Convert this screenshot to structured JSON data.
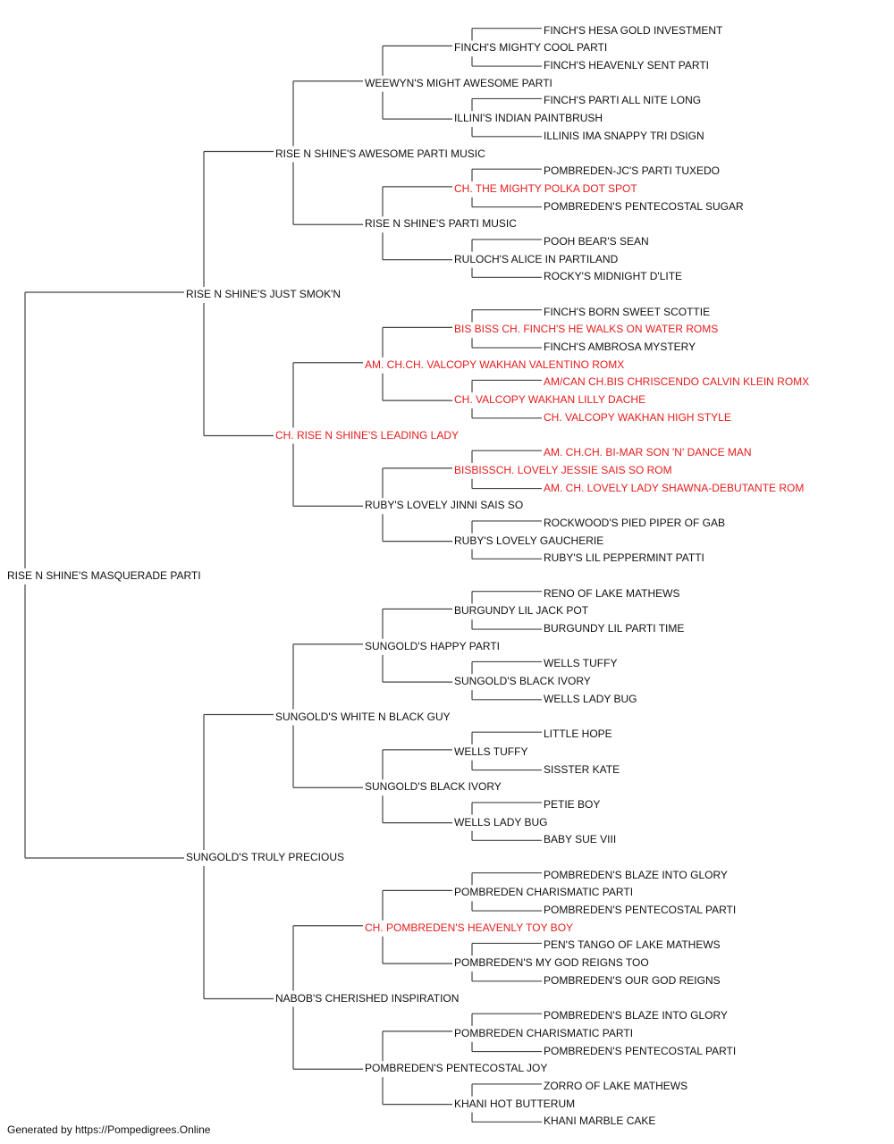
{
  "title_color": "#e81c1c",
  "text_color": "#111111",
  "line_color": "#444444",
  "pedigree": {
    "name": "RISE N SHINE'S MASQUERADE PARTI",
    "title": false,
    "sire": {
      "name": "RISE N SHINE'S JUST SMOK'N",
      "title": false,
      "sire": {
        "name": "RISE N SHINE'S AWESOME PARTI MUSIC",
        "title": false,
        "sire": {
          "name": "WEEWYN'S MIGHT AWESOME PARTI",
          "title": false,
          "sire": {
            "name": "FINCH'S MIGHTY COOL PARTI",
            "title": false,
            "sire": {
              "name": "FINCH'S HESA GOLD INVESTMENT",
              "title": false
            },
            "dam": {
              "name": "FINCH'S HEAVENLY SENT PARTI",
              "title": false
            }
          },
          "dam": {
            "name": "ILLINI'S INDIAN PAINTBRUSH",
            "title": false,
            "sire": {
              "name": "FINCH'S PARTI ALL NITE LONG",
              "title": false
            },
            "dam": {
              "name": "ILLINIS IMA SNAPPY TRI DSIGN",
              "title": false
            }
          }
        },
        "dam": {
          "name": "RISE N SHINE'S PARTI MUSIC",
          "title": false,
          "sire": {
            "name": "CH. THE MIGHTY POLKA DOT SPOT",
            "title": true,
            "sire": {
              "name": "POMBREDEN-JC'S PARTI TUXEDO",
              "title": false
            },
            "dam": {
              "name": "POMBREDEN'S PENTECOSTAL SUGAR",
              "title": false
            }
          },
          "dam": {
            "name": "RULOCH'S ALICE IN PARTILAND",
            "title": false,
            "sire": {
              "name": "POOH BEAR'S SEAN",
              "title": false
            },
            "dam": {
              "name": "ROCKY'S MIDNIGHT D'LITE",
              "title": false
            }
          }
        }
      },
      "dam": {
        "name": "CH. RISE N SHINE'S LEADING LADY",
        "title": true,
        "sire": {
          "name": "AM. CH.CH. VALCOPY WAKHAN VALENTINO ROMX",
          "title": true,
          "sire": {
            "name": "BIS BISS CH. FINCH'S HE WALKS ON WATER ROMS",
            "title": true,
            "sire": {
              "name": "FINCH'S BORN SWEET SCOTTIE",
              "title": false
            },
            "dam": {
              "name": "FINCH'S AMBROSA MYSTERY",
              "title": false
            }
          },
          "dam": {
            "name": "CH. VALCOPY WAKHAN LILLY DACHE",
            "title": true,
            "sire": {
              "name": "AM/CAN CH.BIS CHRISCENDO CALVIN KLEIN ROMX",
              "title": true
            },
            "dam": {
              "name": "CH. VALCOPY WAKHAN HIGH STYLE",
              "title": true
            }
          }
        },
        "dam": {
          "name": "RUBY'S LOVELY JINNI SAIS SO",
          "title": false,
          "sire": {
            "name": "BISBISSCH. LOVELY JESSIE SAIS SO ROM",
            "title": true,
            "sire": {
              "name": "AM. CH.CH. BI-MAR SON 'N' DANCE MAN",
              "title": true
            },
            "dam": {
              "name": "AM. CH. LOVELY LADY SHAWNA-DEBUTANTE ROM",
              "title": true
            }
          },
          "dam": {
            "name": "RUBY'S LOVELY GAUCHERIE",
            "title": false,
            "sire": {
              "name": "ROCKWOOD'S PIED PIPER OF GAB",
              "title": false
            },
            "dam": {
              "name": "RUBY'S LIL PEPPERMINT PATTI",
              "title": false
            }
          }
        }
      }
    },
    "dam": {
      "name": "SUNGOLD'S TRULY PRECIOUS",
      "title": false,
      "sire": {
        "name": "SUNGOLD'S WHITE N BLACK GUY",
        "title": false,
        "sire": {
          "name": "SUNGOLD'S HAPPY PARTI",
          "title": false,
          "sire": {
            "name": "BURGUNDY LIL JACK POT",
            "title": false,
            "sire": {
              "name": "RENO OF LAKE MATHEWS",
              "title": false
            },
            "dam": {
              "name": "BURGUNDY LIL PARTI TIME",
              "title": false
            }
          },
          "dam": {
            "name": "SUNGOLD'S BLACK IVORY",
            "title": false,
            "sire": {
              "name": "WELLS TUFFY",
              "title": false
            },
            "dam": {
              "name": "WELLS LADY BUG",
              "title": false
            }
          }
        },
        "dam": {
          "name": "SUNGOLD'S BLACK IVORY",
          "title": false,
          "sire": {
            "name": "WELLS TUFFY",
            "title": false,
            "sire": {
              "name": "LITTLE HOPE",
              "title": false
            },
            "dam": {
              "name": "SISSTER KATE",
              "title": false
            }
          },
          "dam": {
            "name": "WELLS LADY BUG",
            "title": false,
            "sire": {
              "name": "PETIE BOY",
              "title": false
            },
            "dam": {
              "name": "BABY SUE VIII",
              "title": false
            }
          }
        }
      },
      "dam": {
        "name": "NABOB'S CHERISHED INSPIRATION",
        "title": false,
        "sire": {
          "name": "CH. POMBREDEN'S HEAVENLY TOY BOY",
          "title": true,
          "sire": {
            "name": "POMBREDEN CHARISMATIC PARTI",
            "title": false,
            "sire": {
              "name": "POMBREDEN'S BLAZE INTO GLORY",
              "title": false
            },
            "dam": {
              "name": "POMBREDEN'S PENTECOSTAL PARTI",
              "title": false
            }
          },
          "dam": {
            "name": "POMBREDEN'S MY GOD REIGNS TOO",
            "title": false,
            "sire": {
              "name": "PEN'S TANGO OF LAKE MATHEWS",
              "title": false
            },
            "dam": {
              "name": "POMBREDEN'S OUR GOD REIGNS",
              "title": false
            }
          }
        },
        "dam": {
          "name": "POMBREDEN'S PENTECOSTAL JOY",
          "title": false,
          "sire": {
            "name": "POMBREDEN CHARISMATIC PARTI",
            "title": false,
            "sire": {
              "name": "POMBREDEN'S BLAZE INTO GLORY",
              "title": false
            },
            "dam": {
              "name": "POMBREDEN'S PENTECOSTAL PARTI",
              "title": false
            }
          },
          "dam": {
            "name": "KHANI HOT BUTTERUM",
            "title": false,
            "sire": {
              "name": "ZORRO OF LAKE MATHEWS",
              "title": false
            },
            "dam": {
              "name": "KHANI MARBLE CAKE",
              "title": false
            }
          }
        }
      }
    }
  },
  "footer": {
    "text": "Generated by https://Pompedigrees.Online"
  }
}
